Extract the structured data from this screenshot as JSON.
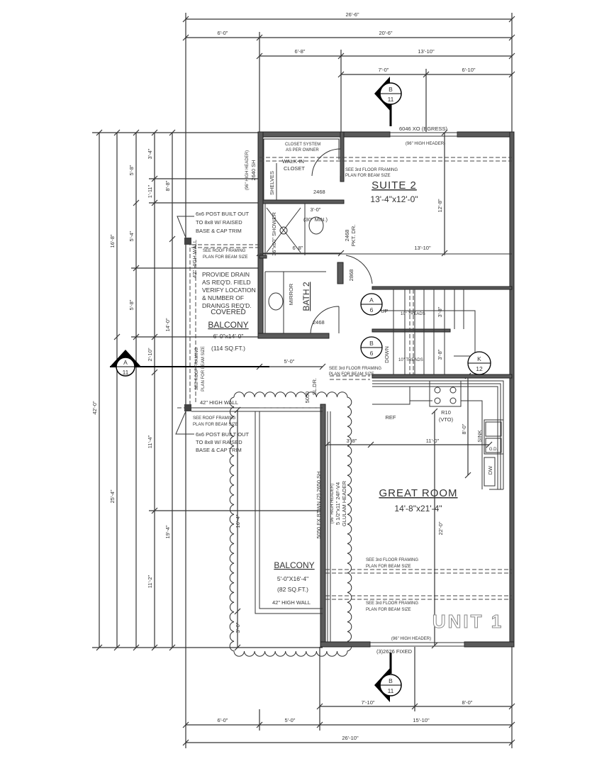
{
  "plan": {
    "dims_top": [
      "26'-6\"",
      "6'-0\"",
      "20'-6\"",
      "6'-8\"",
      "13'-10\"",
      "7'-0\"",
      "6'-10\""
    ],
    "dims_bottom": [
      "7'-10\"",
      "8'-0\"",
      "6'-0\"",
      "5'-0\"",
      "15'-10\"",
      "26'-10\""
    ],
    "dims_left": [
      "42'-0\"",
      "16'-8\"",
      "25'-4\"",
      "5'-8\"",
      "5'-4\"",
      "5'-8\"",
      "3'-4\"",
      "1'-11\"",
      "2'-10\"",
      "8'-8\"",
      "14'-0\"",
      "11'-4\"",
      "11'-2\"",
      "19'-4\""
    ],
    "dims_interior": [
      "12'-8\"",
      "3'-0\"",
      "(30\" MIN.)",
      "6'-8\"",
      "13'-10\"",
      "5'-0\"",
      "3'-8\"",
      "3'-8\"",
      "8'-0\"",
      "3'-8\"",
      "11'-0\"",
      "22'-0\"",
      "16'-4\"",
      "3'-0\""
    ],
    "sections": {
      "top": {
        "letter": "B",
        "sheet": "11"
      },
      "bottom": {
        "letter": "B",
        "sheet": "11"
      },
      "left": {
        "letter": "A",
        "sheet": "11"
      },
      "stair_a": {
        "letter": "A",
        "sheet": "6"
      },
      "stair_b": {
        "letter": "B",
        "sheet": "6"
      },
      "kitchen": {
        "letter": "K",
        "sheet": "12"
      }
    },
    "rooms": {
      "suite2": {
        "name": "SUITE 2",
        "size": "13'-4\"x12'-0\""
      },
      "bath2": {
        "name": "BATH 2"
      },
      "covered_balcony": {
        "name1": "COVERED",
        "name2": "BALCONY",
        "size": "6'-0\"x14'-0\"",
        "area": "(114 SQ.FT.)"
      },
      "great_room": {
        "name": "GREAT ROOM",
        "size": "14'-8\"x21'-4\""
      },
      "balcony": {
        "name": "BALCONY",
        "size": "5'-0\"X16'-4\"",
        "area": "(82 SQ.FT.)"
      },
      "walk_in": {
        "line1": "WALK-IN",
        "line2": "CLOSET"
      },
      "unit": "UNIT 1"
    },
    "windows": {
      "egress": "6046 XO (EGRESS)",
      "header96": "(96\" HIGH HEADER)",
      "closet_window": "2640 SH",
      "fixed": "(3)2626 FIXED",
      "side_window": "5050 FX BTWN (2) 2650 SH",
      "glulam1": "5 1/2\"x11\" 24F-V4",
      "glulam2": "GLULAM HEADER",
      "slider_a": "5050",
      "slider_b": "SL.DR."
    },
    "doors": {
      "d1": "2468",
      "d2": "2468",
      "pkt": "PKT. DR.",
      "d3": "2868",
      "d4": "2468"
    },
    "fixtures": {
      "shelves": "SHELVES",
      "shower": "36\"x60\" SHOWER",
      "mirror": "MIRROR",
      "ref": "REF",
      "range": "R10",
      "range2": "(VTO)",
      "sink": "SINK",
      "dw": "DW",
      "gd": "G.D.",
      "up": "UP",
      "down": "DOWN",
      "treads": "10\" TREADS"
    },
    "notes": {
      "closet1": "CLOSET SYSTEM",
      "closet2": "AS PER OWNER",
      "floor_beam1": "SEE 3rd FLOOR FRAMING",
      "floor_beam2": "PLAN FOR BEAM SIZE",
      "roof_beam1": "SEE ROOF FRAMING",
      "roof_beam2": "PLAN FOR BEAM SIZE",
      "post1": "6x6 POST BUILT OUT",
      "post2": "TO 8x8 W/ RAISED",
      "post3": "BASE & CAP TRIM",
      "drain1": "PROVIDE DRAIN",
      "drain2": "AS REQ'D. FIELD",
      "drain3": "VERIFY LOCATION",
      "drain4": "& NUMBER OF",
      "drain5": "DRAINGS REQ'D.",
      "high_wall": "42\" HIGH WALL"
    }
  }
}
